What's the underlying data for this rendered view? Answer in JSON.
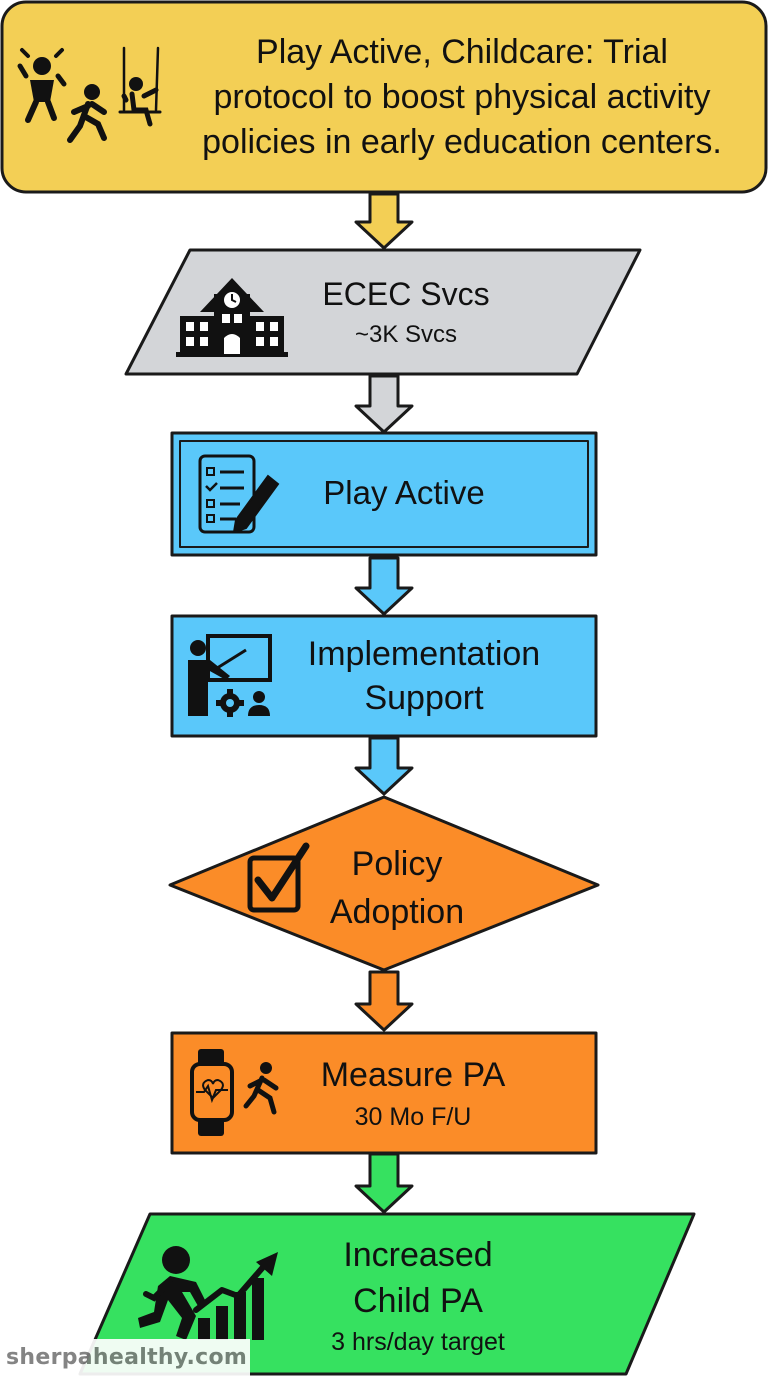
{
  "colors": {
    "yellow": "#f3cf55",
    "gray": "#d3d5d8",
    "blue": "#5ac8fa",
    "orange": "#fb8c28",
    "green": "#36e160",
    "outline": "#1a1a1a"
  },
  "nodes": {
    "title": {
      "lines": [
        "Play Active, Childcare: Trial",
        "protocol to boost physical activity",
        "policies in early education centers."
      ],
      "icon": "children-playing-icon",
      "color": "#f3cf55"
    },
    "ecec": {
      "title": "ECEC Svcs",
      "subtitle": "~3K Svcs",
      "icon": "school-building-icon",
      "color": "#d3d5d8"
    },
    "play_active": {
      "title": "Play Active",
      "icon": "checklist-pencil-icon",
      "color": "#5ac8fa"
    },
    "support": {
      "lines": [
        "Implementation",
        "Support"
      ],
      "icon": "teacher-presentation-icon",
      "color": "#5ac8fa"
    },
    "policy": {
      "lines": [
        "Policy",
        "Adoption"
      ],
      "icon": "checkbox-icon",
      "color": "#fb8c28"
    },
    "measure": {
      "title": "Measure PA",
      "subtitle": "30 Mo F/U",
      "icon": "smartwatch-runner-icon",
      "color": "#fb8c28"
    },
    "outcome": {
      "lines": [
        "Increased",
        "Child PA"
      ],
      "subtitle": "3 hrs/day target",
      "icon": "runner-growth-chart-icon",
      "color": "#36e160"
    }
  },
  "watermark": "sherpahealthy.com"
}
